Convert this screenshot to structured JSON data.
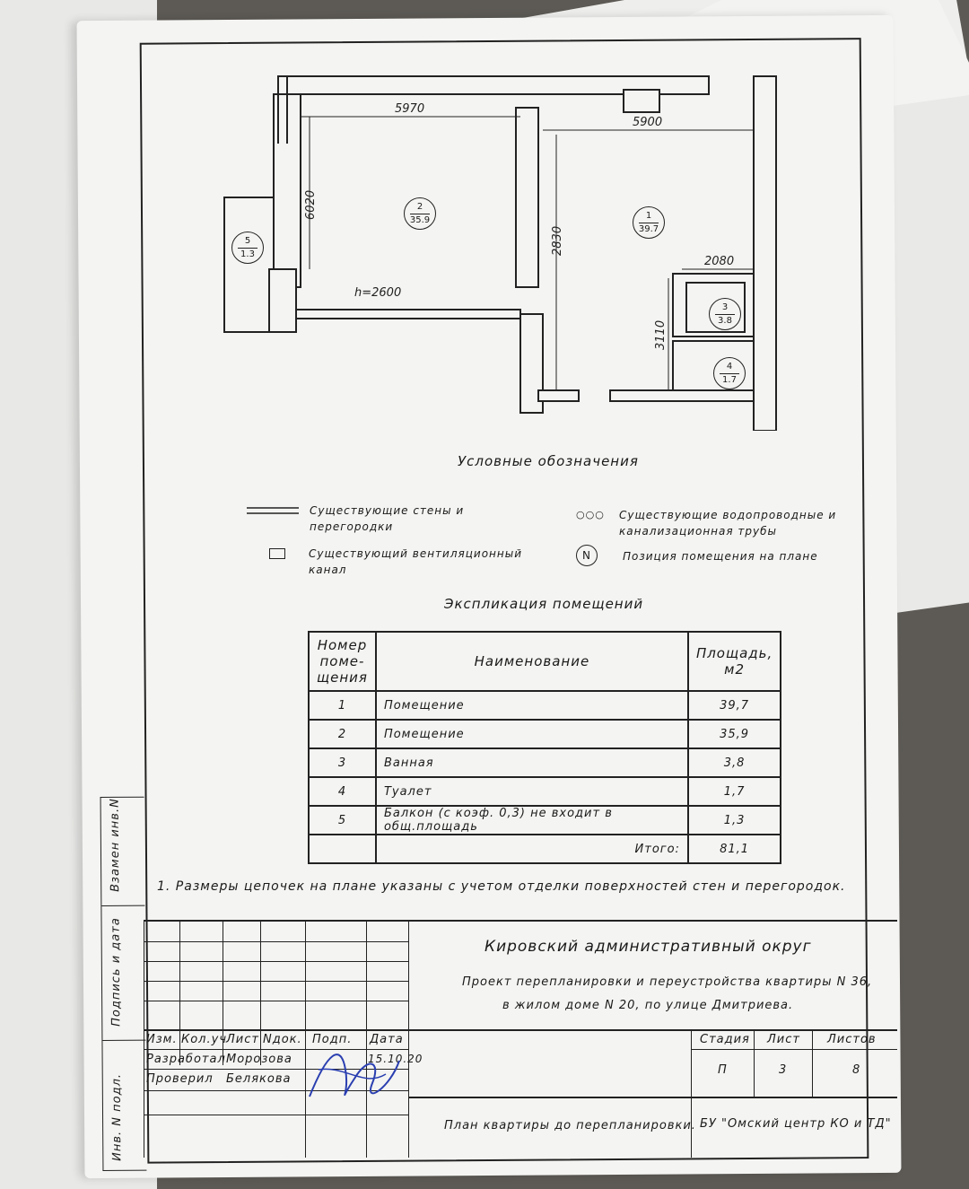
{
  "plan": {
    "dims": [
      "5970",
      "5900",
      "6020",
      "2830",
      "2080",
      "3110"
    ],
    "height_label": "h=2600",
    "rooms": [
      {
        "num": "1",
        "area": "39.7"
      },
      {
        "num": "2",
        "area": "35.9"
      },
      {
        "num": "3",
        "area": "3.8"
      },
      {
        "num": "4",
        "area": "1.7"
      },
      {
        "num": "5",
        "area": "1.3"
      }
    ]
  },
  "legend": {
    "title": "Условные обозначения",
    "walls_line1": "Существующие стены и",
    "walls_line2": "перегородки",
    "vent_line1": "Существующий вентиляционный",
    "vent_line2": "канал",
    "pipes_line1": "Существующие водопроводные и",
    "pipes_line2": "канализационная трубы",
    "pos_symbol": "N",
    "pos_text": "Позиция помещения на плане"
  },
  "explication": {
    "title": "Экспликация помещений",
    "headers": [
      "Номер поме-щения",
      "Наименование",
      "Площадь, м2"
    ],
    "rows": [
      {
        "num": "1",
        "name": "Помещение",
        "area": "39,7"
      },
      {
        "num": "2",
        "name": "Помещение",
        "area": "35,9"
      },
      {
        "num": "3",
        "name": "Ванная",
        "area": "3,8"
      },
      {
        "num": "4",
        "name": "Туалет",
        "area": "1,7"
      },
      {
        "num": "5",
        "name": "Балкон (с коэф. 0,3) не входит в общ.площадь",
        "area": "1,3"
      }
    ],
    "total_label": "Итого:",
    "total_value": "81,1"
  },
  "note": "1. Размеры цепочек на плане указаны с учетом отделки поверхностей стен и перегородок.",
  "side_labels": [
    "Взамен инв.N",
    "Подпись и дата",
    "Инв. N подл."
  ],
  "stamp": {
    "district": "Кировский административный округ",
    "project_line1": "Проект перепланировки и переустройства квартиры N 36,",
    "project_line2": "в жилом доме N 20, по улице Дмитриева.",
    "col_headers": [
      "Изм.",
      "Кол.уч",
      "Лист",
      "Nдок.",
      "Подп.",
      "Дата"
    ],
    "developed_label": "Разработал",
    "developed_name": "Морозова",
    "checked_label": "Проверил",
    "checked_name": "Белякова",
    "date": "15.10.20",
    "stage_label": "Стадия",
    "sheet_label": "Лист",
    "sheets_label": "Листов",
    "stage": "П",
    "sheet": "3",
    "sheets": "8",
    "drawing_title": "План квартиры до перепланировки.",
    "organization": "БУ \"Омский центр КО и ТД\""
  }
}
